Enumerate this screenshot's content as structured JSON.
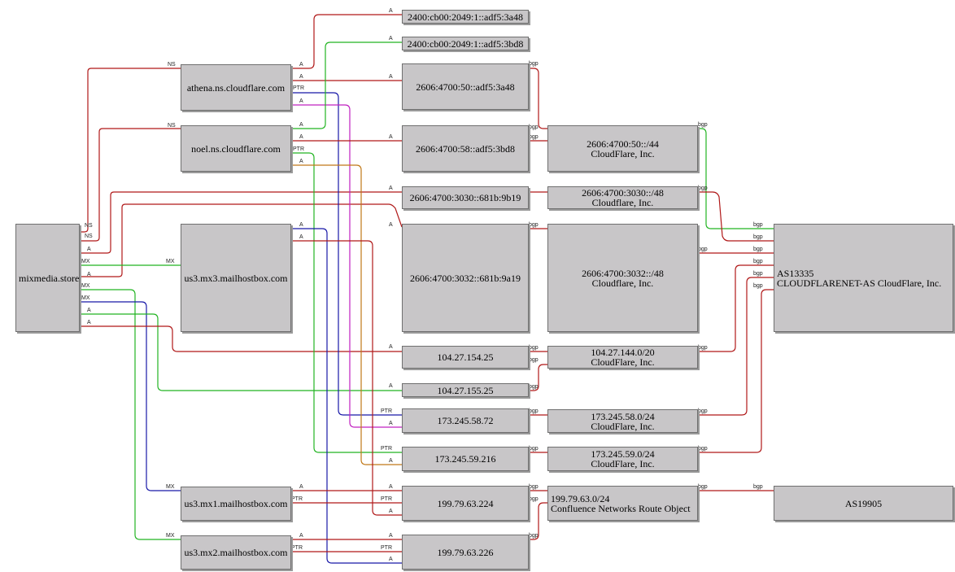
{
  "colors": {
    "red": "#b01818",
    "green": "#22b422",
    "blue": "#1818a8",
    "magenta": "#c020c0",
    "orange": "#c07818",
    "node_fill": "#c8c6c8",
    "node_border": "#6f6f6f"
  },
  "nodes": {
    "domain": {
      "label": "mixmedia.store"
    },
    "ns_athena": {
      "label": "athena.ns.cloudflare.com"
    },
    "ns_noel": {
      "label": "noel.ns.cloudflare.com"
    },
    "mx3": {
      "label": "us3.mx3.mailhostbox.com"
    },
    "mx1": {
      "label": "us3.mx1.mailhostbox.com"
    },
    "mx2": {
      "label": "us3.mx2.mailhostbox.com"
    },
    "ip6_3a48_top": {
      "label": "2400:cb00:2049:1::adf5:3a48"
    },
    "ip6_3bd8_top": {
      "label": "2400:cb00:2049:1::adf5:3bd8"
    },
    "ip6_50": {
      "label": "2606:4700:50::adf5:3a48"
    },
    "ip6_58": {
      "label": "2606:4700:58::adf5:3bd8"
    },
    "ip6_9b19": {
      "label": "2606:4700:3030::681b:9b19"
    },
    "ip6_9a19": {
      "label": "2606:4700:3032::681b:9a19"
    },
    "ip4_154": {
      "label": "104.27.154.25"
    },
    "ip4_155": {
      "label": "104.27.155.25"
    },
    "ip4_5872": {
      "label": "173.245.58.72"
    },
    "ip4_59216": {
      "label": "173.245.59.216"
    },
    "ip4_224": {
      "label": "199.79.63.224"
    },
    "ip4_226": {
      "label": "199.79.63.226"
    },
    "pfx_4700_50": {
      "line1": "2606:4700:50::/44",
      "line2": "CloudFlare, Inc."
    },
    "pfx_3030": {
      "line1": "2606:4700:3030::/48",
      "line2": "Cloudflare, Inc."
    },
    "pfx_3032": {
      "line1": "2606:4700:3032::/48",
      "line2": "Cloudflare, Inc."
    },
    "pfx_104": {
      "line1": "104.27.144.0/20",
      "line2": "CloudFlare, Inc."
    },
    "pfx_58": {
      "line1": "173.245.58.0/24",
      "line2": "CloudFlare, Inc."
    },
    "pfx_59": {
      "line1": "173.245.59.0/24",
      "line2": "CloudFlare, Inc."
    },
    "pfx_199": {
      "line1": "199.79.63.0/24",
      "line2": "Confluence Networks Route Object"
    },
    "as13335": {
      "line1": "AS13335",
      "line2": "CLOUDFLARENET-AS CloudFlare, Inc."
    },
    "as19905": {
      "label": "AS19905"
    }
  },
  "edge_labels": {
    "ns": "NS",
    "a": "A",
    "mx": "MX",
    "ptr": "PTR",
    "bgp": "bgp"
  }
}
